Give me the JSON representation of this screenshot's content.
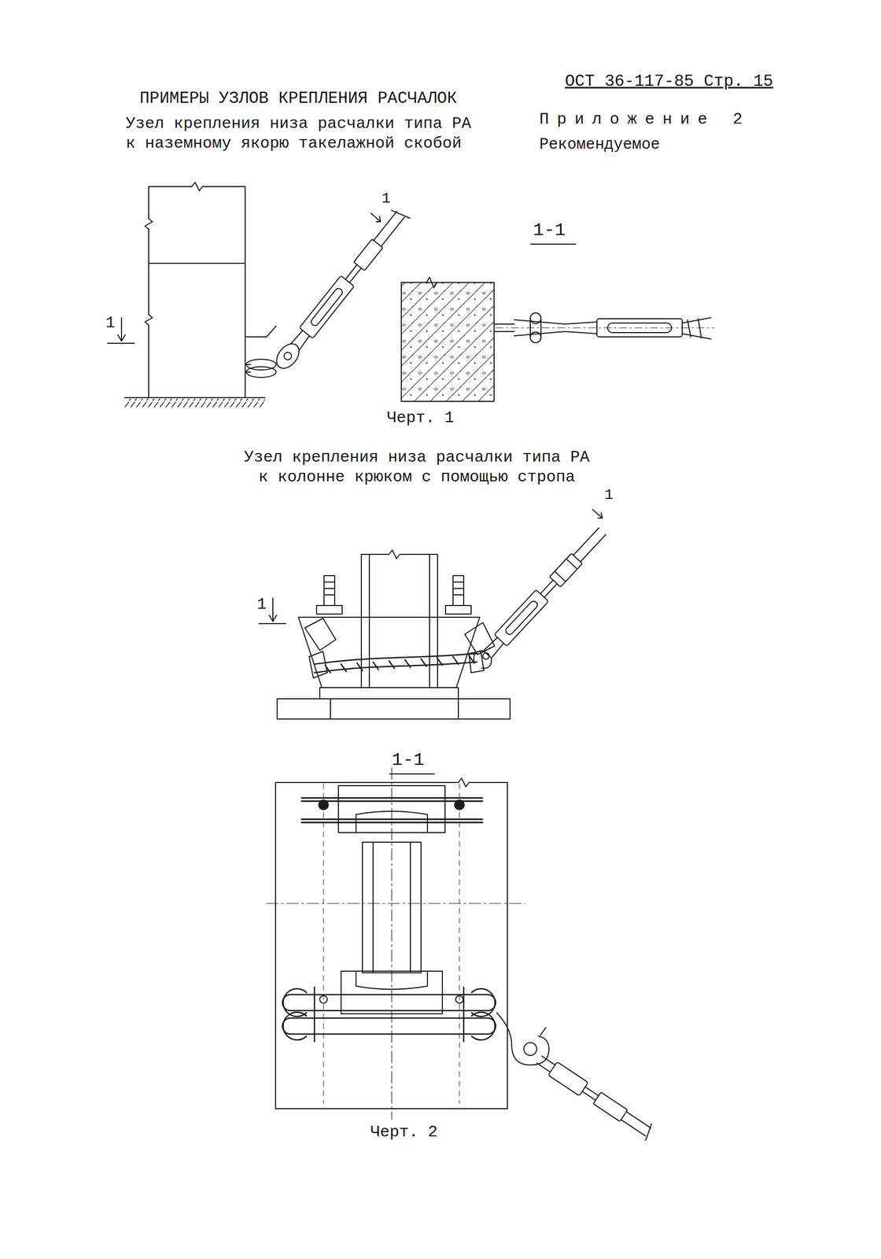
{
  "diagram": {
    "title": "ПРИМЕРЫ УЗЛОВ КРЕПЛЕНИЯ РАСЧАЛОК",
    "labels": [
      "ОСТ 36-117-85 Стр. 15",
      "Узел крепления низа расчалки типа РА к наземному якорю такелажной скобой",
      "Приложение 2",
      "Рекомендуемое",
      "1",
      "1",
      "1-1",
      "Черт. 1",
      "Узел крепления низа расчалки типа РА к колонне крюком с помощью стропа",
      "1",
      "1",
      "1-1",
      "Черт. 2"
    ]
  }
}
